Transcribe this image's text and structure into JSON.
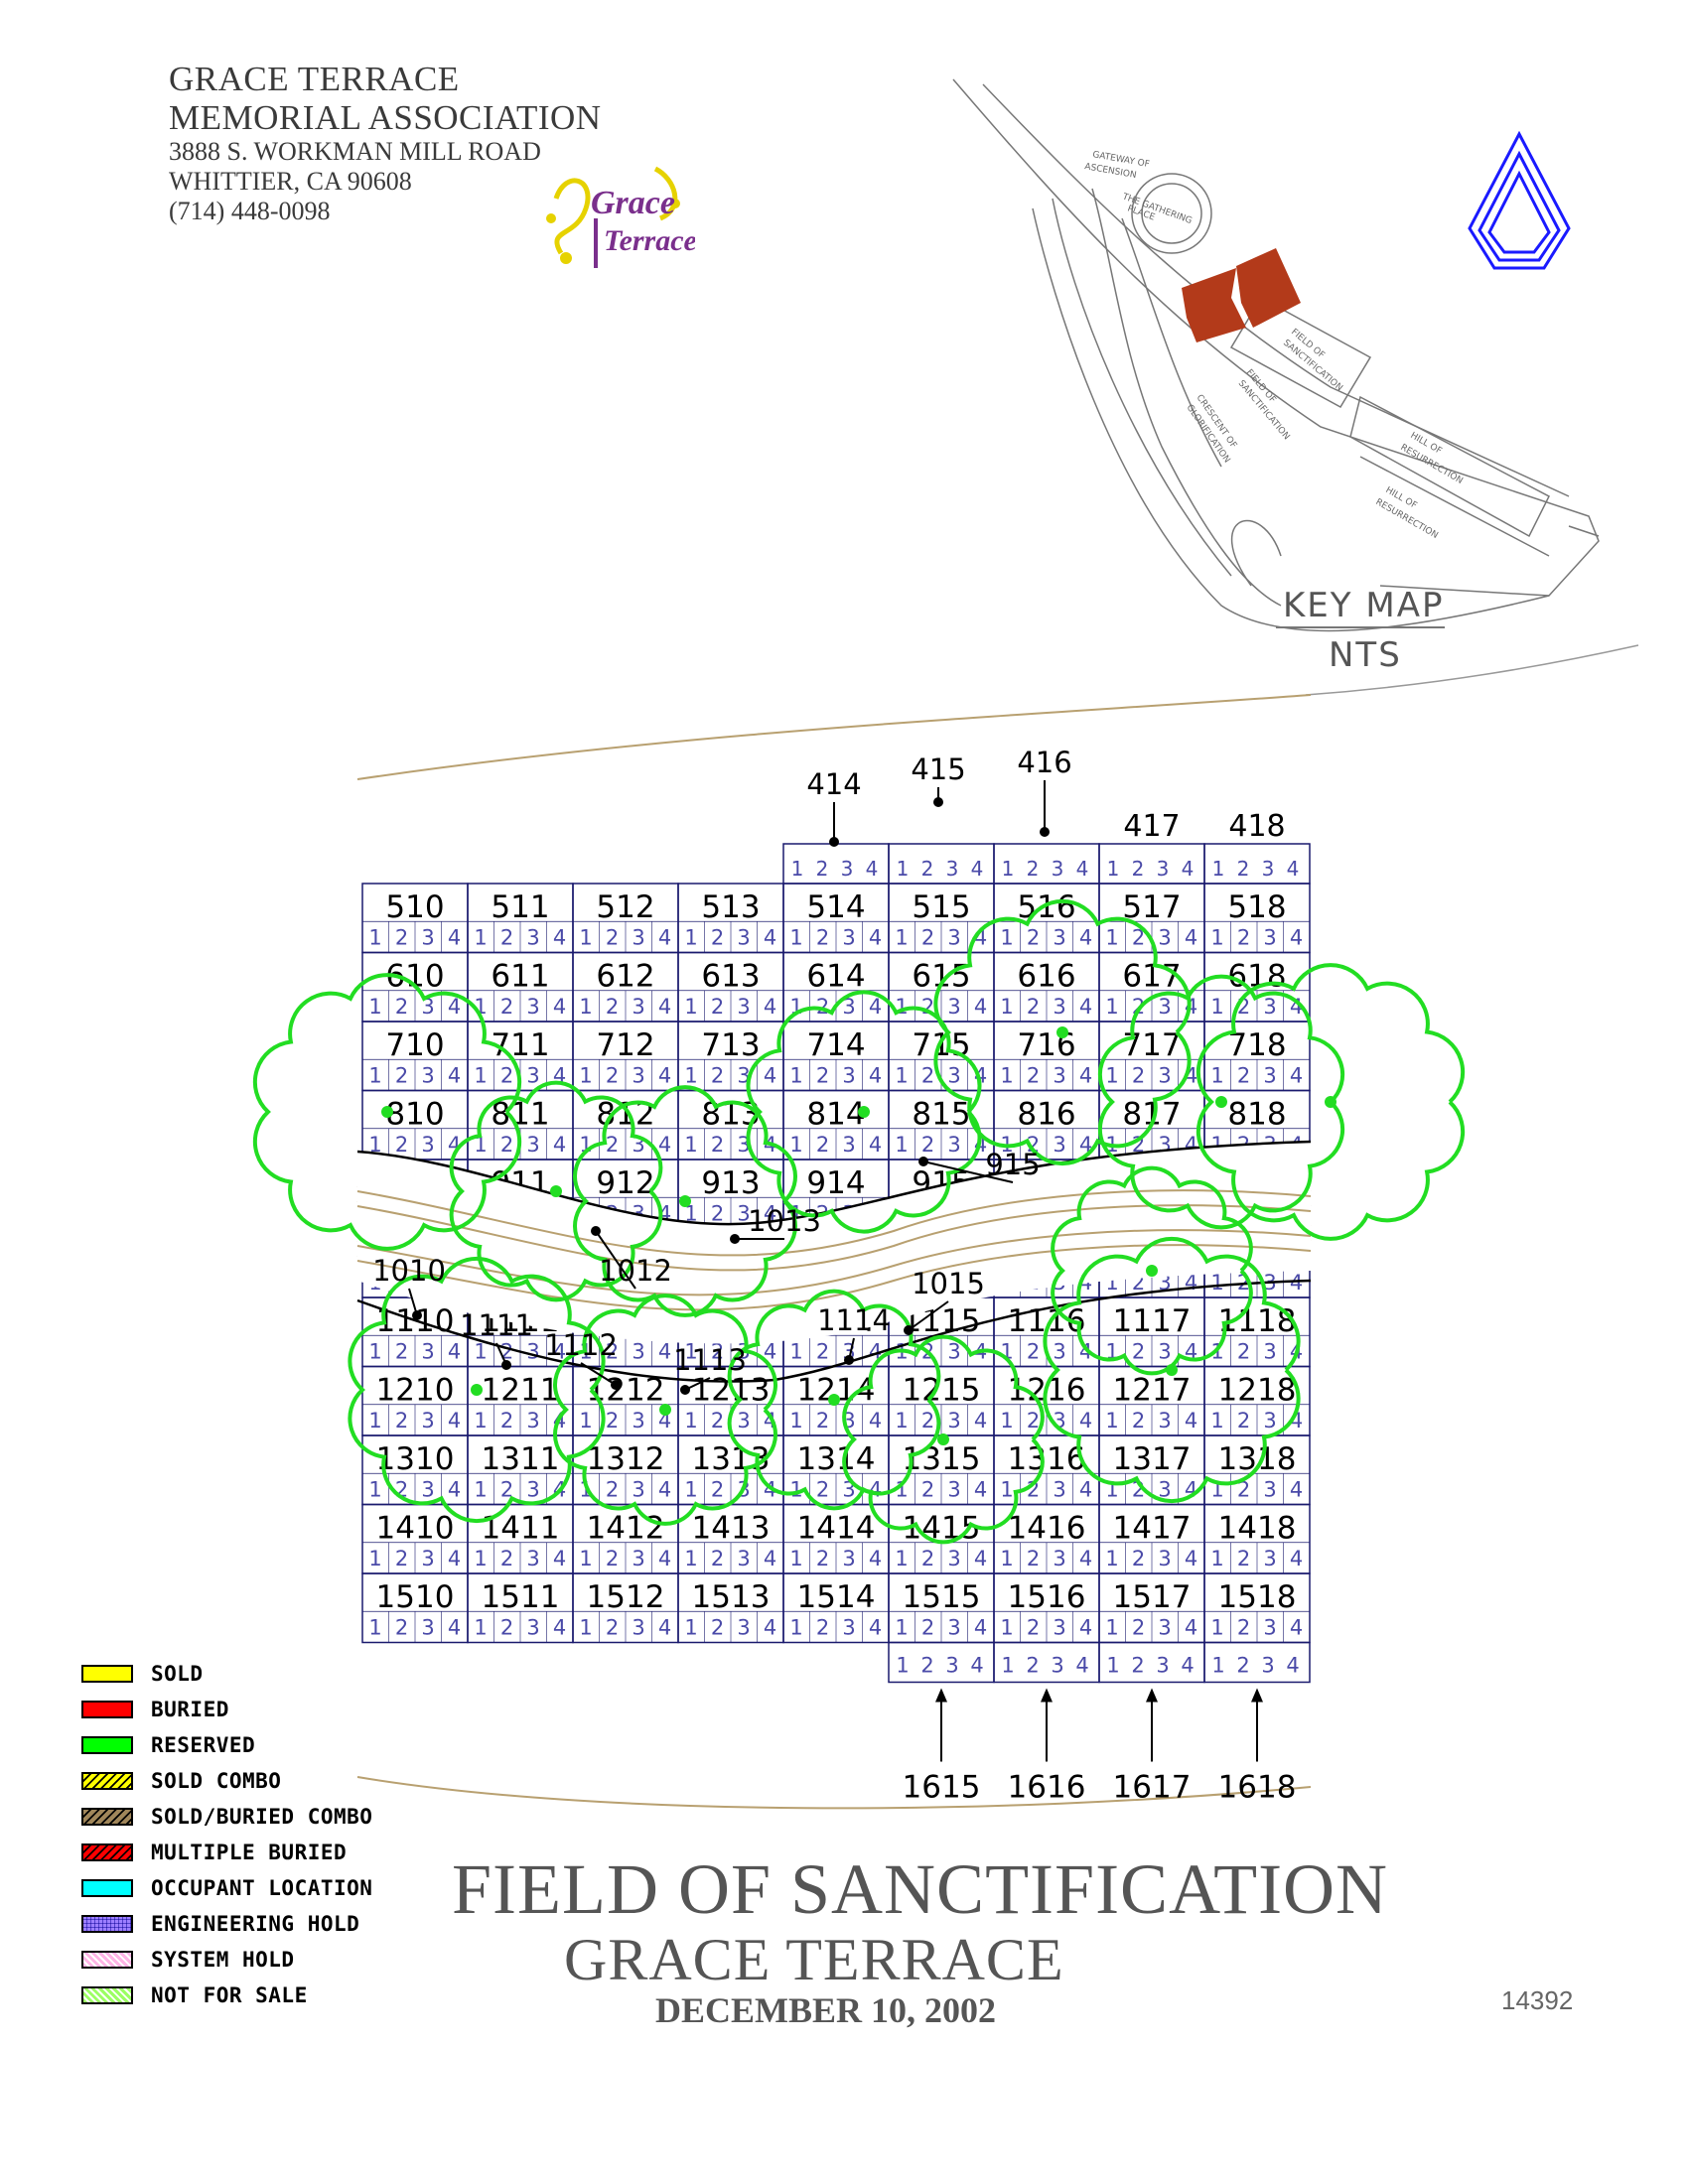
{
  "header": {
    "org_line1": "GRACE TERRACE",
    "org_line2": "MEMORIAL ASSOCIATION",
    "address": "3888 S. WORKMAN MILL ROAD",
    "city": "WHITTIER, CA  90608",
    "phone": "(714) 448-0098",
    "logo_text": "Grace Terrace"
  },
  "key_map": {
    "label": "KEY MAP",
    "scale": "NTS",
    "areas": [
      "GATEWAY OF ASCENSION",
      "THE GATHERING PLACE",
      "FIELD OF SANCTIFICATION",
      "FIELD OF SANCTIFICATION",
      "CRESCENT OF GLORIFICATION",
      "HILL OF RESURRECTION",
      "HILL OF RESURRECTION"
    ],
    "highlight_color": "#b33a1a"
  },
  "north_icon": "north-arrow-icon",
  "plot_map": {
    "columns": [
      "10",
      "11",
      "12",
      "13",
      "14",
      "15",
      "16",
      "17",
      "18"
    ],
    "rows": [
      "5",
      "6",
      "7",
      "8",
      "9",
      "10",
      "11",
      "12",
      "13",
      "14",
      "15"
    ],
    "grave_numbers": [
      "1",
      "2",
      "3",
      "4"
    ],
    "top_row": [
      "414",
      "415",
      "416",
      "417",
      "418"
    ],
    "bottom_row": [
      "1615",
      "1616",
      "1617",
      "1618"
    ],
    "callouts": [
      "414",
      "415",
      "416",
      "915",
      "1012",
      "1013",
      "1010",
      "1111",
      "1112",
      "1113",
      "1114",
      "1015"
    ],
    "line_color": "#1a1a6e",
    "number_color": "#4a4aa8",
    "tree_color": "#22dd22"
  },
  "legend": [
    {
      "label": "SOLD",
      "color": "#ffff00",
      "pattern": "solid"
    },
    {
      "label": "BURIED",
      "color": "#ff0000",
      "pattern": "solid"
    },
    {
      "label": "RESERVED",
      "color": "#00ff00",
      "pattern": "solid"
    },
    {
      "label": "SOLD COMBO",
      "color": "#ffff00",
      "pattern": "hatch"
    },
    {
      "label": "SOLD/BURIED COMBO",
      "color": "#a0865a",
      "pattern": "hatch"
    },
    {
      "label": "MULTIPLE BURIED",
      "color": "#ff0000",
      "pattern": "hatch"
    },
    {
      "label": "OCCUPANT LOCATION",
      "color": "#00ffff",
      "pattern": "solid"
    },
    {
      "label": "ENGINEERING HOLD",
      "color": "#c8b4ff",
      "pattern": "grid"
    },
    {
      "label": "SYSTEM HOLD",
      "color": "#ffb4e6",
      "pattern": "cross"
    },
    {
      "label": "NOT FOR SALE",
      "color": "#9cff64",
      "pattern": "cross"
    }
  ],
  "titles": {
    "main": "FIELD OF SANCTIFICATION",
    "sub": "GRACE TERRACE",
    "date": "DECEMBER 10, 2002"
  },
  "drawing_number": "14392"
}
